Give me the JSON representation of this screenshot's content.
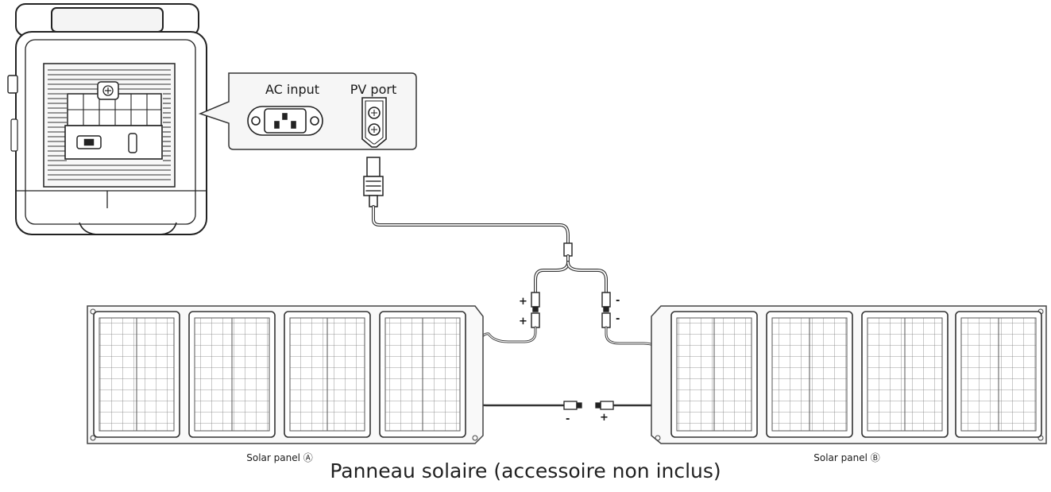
{
  "callout": {
    "ac_input_label": "AC input",
    "pv_port_label": "PV port"
  },
  "panels": {
    "a_label": "Solar panel Ⓐ",
    "b_label": "Solar panel Ⓑ"
  },
  "polarity": {
    "y_top_left": "+",
    "y_bottom_left": "+",
    "y_top_right": "-",
    "y_bottom_right": "-",
    "mid_left": "-",
    "mid_right": "+"
  },
  "caption": "Panneau solaire (accessoire non inclus)"
}
